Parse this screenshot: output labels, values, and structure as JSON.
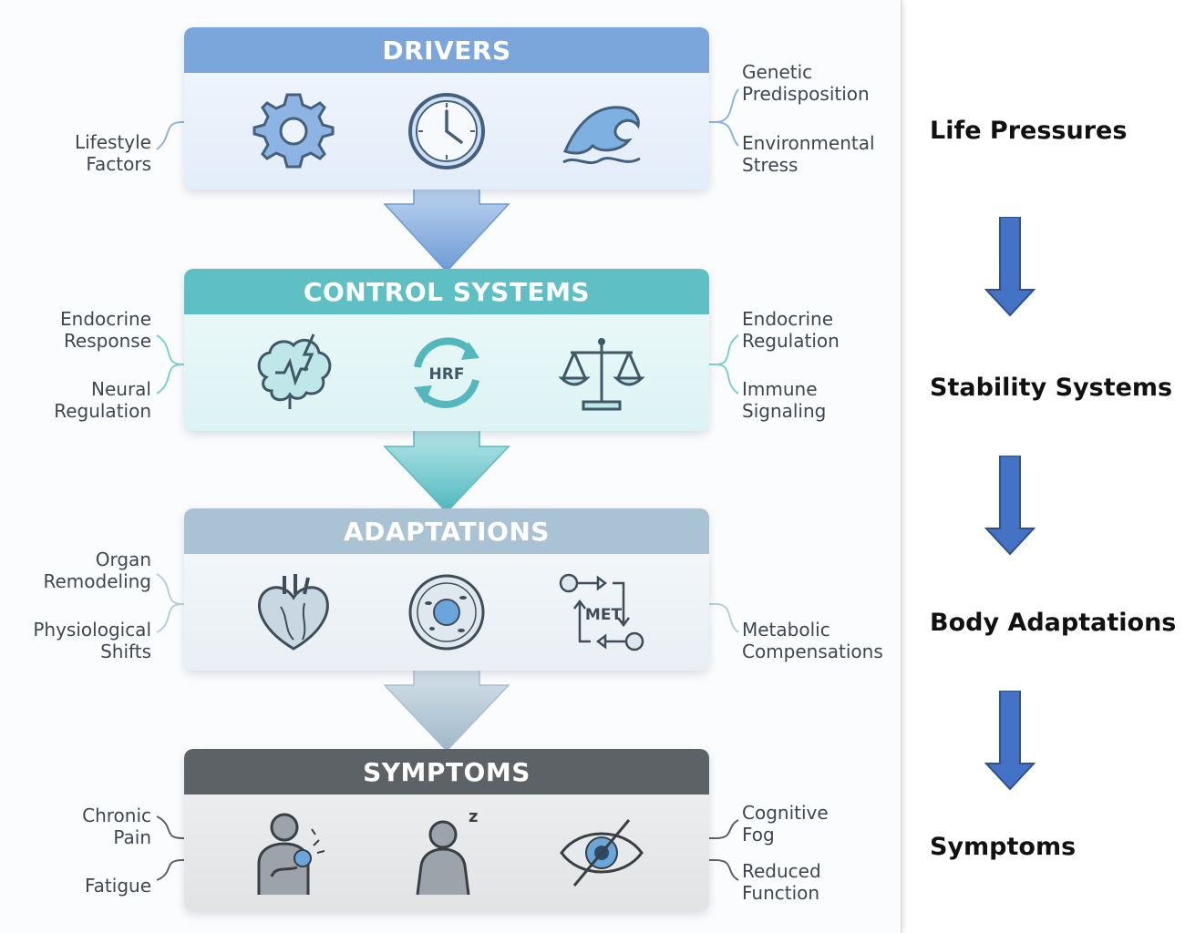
{
  "colors": {
    "drivers": "#7aa6dc",
    "drivers_body": "#e9f1fb",
    "control": "#5ec0c4",
    "control_body": "#e3f6f6",
    "adaptations": "#a9c2d4",
    "adaptations_body": "#eef3f6",
    "symptoms": "#5d6266",
    "symptoms_body": "#e8e9ea",
    "side_arrow": "#4472c4"
  },
  "stages": [
    {
      "title": "DRIVERS",
      "icons": [
        "gear-icon",
        "clock-icon",
        "wave-icon"
      ],
      "left_labels": [
        "Lifestyle\nFactors"
      ],
      "right_labels": [
        "Genetic\nPredisposition",
        "Environmental\nStress"
      ]
    },
    {
      "title": "CONTROL SYSTEMS",
      "icons": [
        "brain-icon",
        "cycle-icon",
        "balance-scale-icon"
      ],
      "cycle_text": "HRF",
      "left_labels": [
        "Endocrine\nResponse",
        "Neural\nRegulation"
      ],
      "right_labels": [
        "Endocrine\nRegulation",
        "Immune\nSignaling"
      ]
    },
    {
      "title": "ADAPTATIONS",
      "icons": [
        "heart-icon",
        "cell-icon",
        "metabolism-cycle-icon"
      ],
      "met_text": "MET",
      "left_labels": [
        "Organ\nRemodeling",
        "Physiological\nShifts"
      ],
      "right_labels": [
        "Metabolic\nCompensations"
      ]
    },
    {
      "title": "SYMPTOMS",
      "icons": [
        "person-pain-icon",
        "person-sleep-icon",
        "eye-crossed-icon"
      ],
      "sleep_text": "z",
      "left_labels": [
        "Chronic\nPain",
        "Fatigue"
      ],
      "right_labels": [
        "Cognitive\nFog",
        "Reduced\nFunction"
      ]
    }
  ],
  "side_titles": [
    "Life Pressures",
    "Stability Systems",
    "Body Adaptations",
    "Symptoms"
  ]
}
